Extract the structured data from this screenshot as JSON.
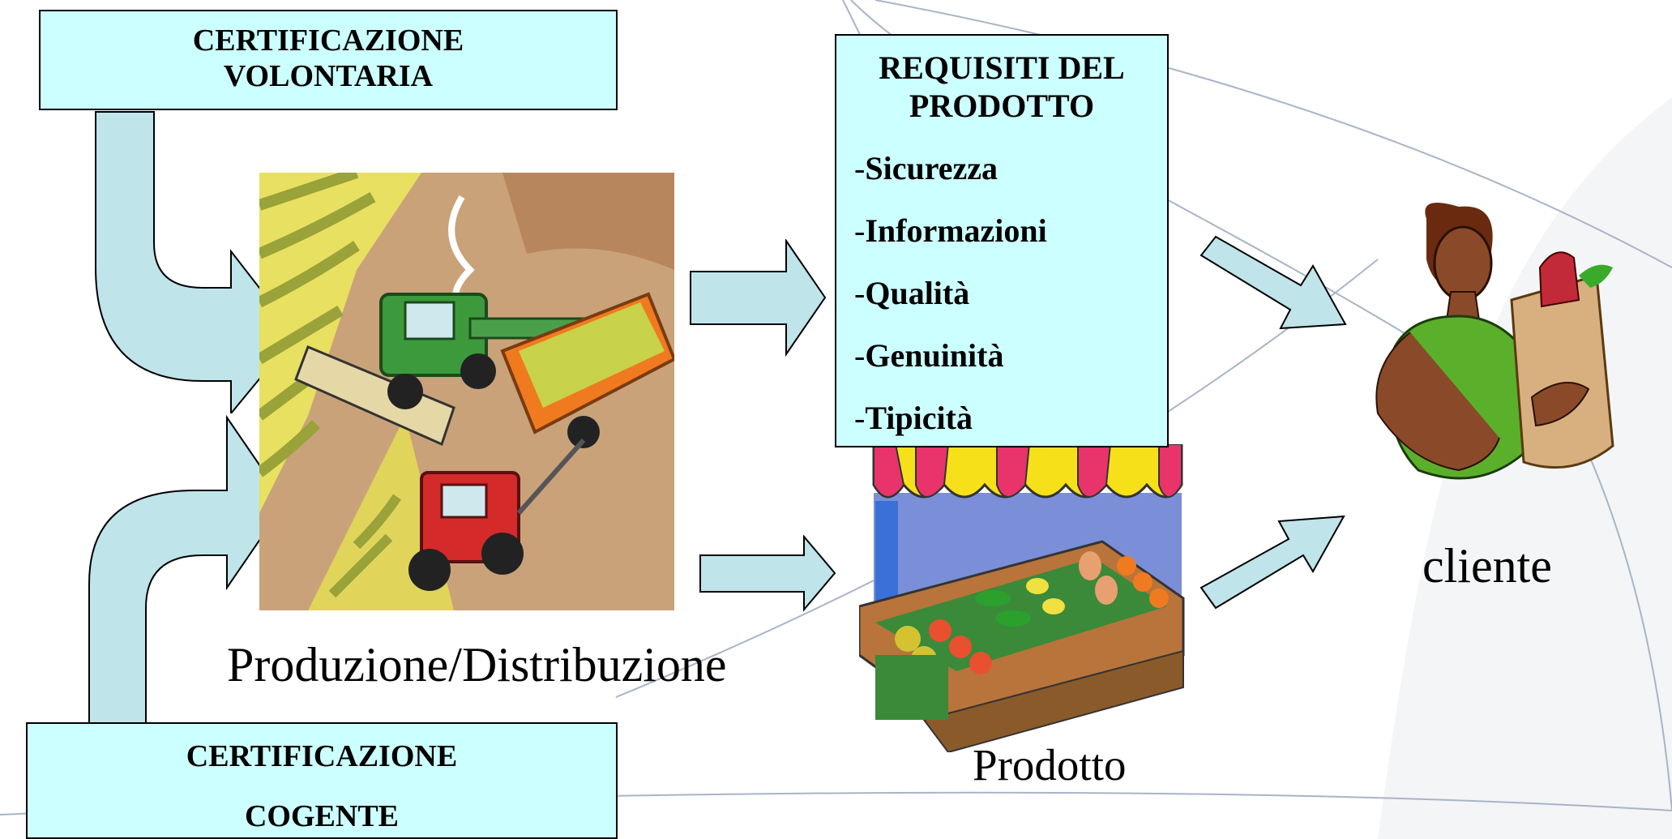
{
  "cert_volontaria": {
    "line1": "CERTIFICAZIONE",
    "line2": "VOLONTARIA"
  },
  "cert_cogente": {
    "line1": "CERTIFICAZIONE",
    "line2": "COGENTE"
  },
  "requisiti": {
    "title1": "REQUISITI DEL",
    "title2": "PRODOTTO",
    "items": [
      {
        "dash": "-",
        "label": "Sicurezza"
      },
      {
        "dash": "-",
        "label": "Informazioni"
      },
      {
        "dash": "-",
        "label": "Qualità"
      },
      {
        "dash": "-",
        "label": "Genuinità"
      },
      {
        "dash": "-",
        "label": "Tipicità"
      }
    ]
  },
  "labels": {
    "produzione": "Produzione/Distribuzione",
    "prodotto": "Prodotto",
    "cliente": "cliente"
  },
  "colors": {
    "box_fill": "#ccffff",
    "arrow_fill": "#bfe4ea"
  }
}
